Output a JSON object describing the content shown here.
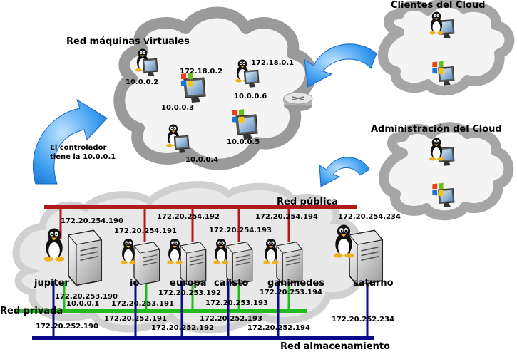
{
  "titles": {
    "vm_network": "Red máquinas virtuales",
    "cloud_clients": "Clientes del Cloud",
    "cloud_admin": "Administración del Cloud",
    "public_network": "Red pública",
    "private_network": "Red privada",
    "storage_network": "Red almacenamiento"
  },
  "controller_note": [
    "El controlador",
    "tiene la 10.0.0.1"
  ],
  "vm_ips": {
    "vm_1": "10.0.0.2",
    "vm_2": "172.18.0.2",
    "vm_3": "10.0.0.3",
    "vm_4": "10.0.0.4",
    "vm_5": "10.0.0.5",
    "vm_6": "10.0.0.6",
    "router": "172.18.0.1"
  },
  "hosts": [
    {
      "name": "jupiter",
      "public_ip": "172.20.254.190",
      "private_ip": "172.20.253.190",
      "storage_ip": "172.20.252.190",
      "extra_ip": "10.0.0.1"
    },
    {
      "name": "io",
      "public_ip": "172.20.254.191",
      "private_ip": "172.20.253.191",
      "storage_ip": "172.20.252.191"
    },
    {
      "name": "europa",
      "public_ip": "172.20.254.192",
      "private_ip": "172.20.253.192",
      "storage_ip": "172.20.252.192"
    },
    {
      "name": "calisto",
      "public_ip": "172.20.254.193",
      "private_ip": "172.20.253.193",
      "storage_ip": "172.20.252.193"
    },
    {
      "name": "ganimedes",
      "public_ip": "172.20.254.194",
      "private_ip": "172.20.253.194",
      "storage_ip": "172.20.252.194"
    },
    {
      "name": "saturno",
      "public_ip": "172.20.254.234",
      "storage_ip": "172.20.252.234"
    }
  ],
  "colors": {
    "public": "#b01a1a",
    "private": "#22bb22",
    "storage": "#0a0a8a",
    "arrow": "#1f8ee8",
    "cloud": "#d8d8d8",
    "cloud_outline": "#9a9a9a"
  },
  "icons": [
    "tux-icon",
    "windows-icon",
    "monitor-icon",
    "server-icon",
    "router-icon",
    "cloud-icon",
    "curved-arrow-icon"
  ]
}
